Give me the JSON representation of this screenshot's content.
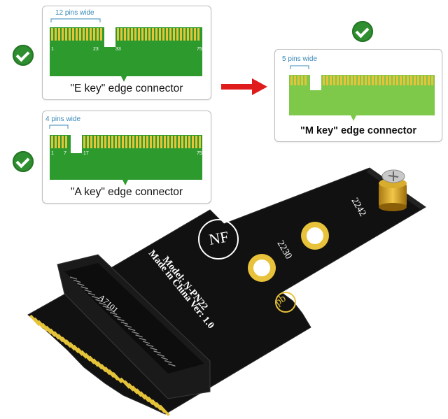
{
  "e_key": {
    "pin_width_label": "12 pins wide",
    "pin_numbers": [
      "1",
      "23",
      "33",
      "75"
    ],
    "caption": "\"E key\"  edge connector"
  },
  "a_key": {
    "pin_width_label": "4 pins wide",
    "pin_numbers": [
      "1",
      "7",
      "17",
      "75"
    ],
    "caption": "\"A key\"  edge connector"
  },
  "m_key": {
    "pin_width_label": "5 pins wide",
    "caption": "\"M key\" edge connector"
  },
  "board": {
    "logo": "NF",
    "model": "Model: N-PN22",
    "made_in": "Made in China  Ver: 1.0",
    "slot_2230": "2230",
    "slot_2242": "2242",
    "slot_label": "A7101",
    "brand_mark": "pb"
  },
  "colors": {
    "check_green": "#2f8e2f",
    "board_green": "#2c9a2c",
    "gold_pin": "#e6c43a",
    "arrow_red": "#e01b1b",
    "label_blue": "#3a88b8",
    "pcb_black": "#111111"
  }
}
